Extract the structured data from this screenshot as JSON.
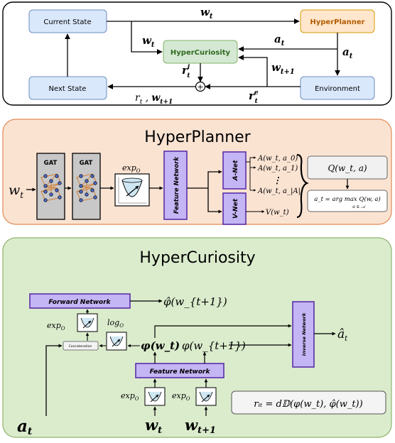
{
  "top": {
    "current_state": "Current State",
    "hyperplanner": "HyperPlanner",
    "hypercuriosity": "HyperCuriosity",
    "next_state": "Next State",
    "environment": "Environment",
    "w_t_top": "w",
    "w_t_top_sub": "t",
    "w_t_left": "w",
    "w_t_left_sub": "t",
    "a_t_mid": "a",
    "a_t_mid_sub": "t",
    "a_t_right": "a",
    "a_t_right_sub": "t",
    "w_t1": "w",
    "w_t1_sub": "t+1",
    "r_i": "r",
    "r_i_sup": "i",
    "r_i_sub": "t",
    "r_e": "r",
    "r_e_sup": "e",
    "r_e_sub": "t",
    "bottom_label_r": "r",
    "bottom_label_r_sub": "t",
    "bottom_label_comma": " ,",
    "bottom_label_w": "w",
    "bottom_label_w_sub": "t+1",
    "plus": "+"
  },
  "planner": {
    "title": "HyperPlanner",
    "input": "w",
    "input_sub": "t",
    "gat1": "GAT",
    "gat2": "GAT",
    "exp": "exp",
    "exp_sub": "O",
    "feature_network": "Feature Network",
    "a_net": "A-Net",
    "v_net": "V-Net",
    "a_out": [
      "A(w_t, a_0)",
      "A(w_t, a_1)",
      "⋮",
      "A(w_t, a_|A|)"
    ],
    "v_out": "V(w_t)",
    "q": "Q(w_t, a)",
    "argmax": "a_t = arg max Q(w, a)",
    "argmax_sub": "a ∈ 𝒜"
  },
  "curiosity": {
    "title": "HyperCuriosity",
    "forward_network": "Forward Network",
    "phi_hat": "φ̂(w_{t+1})",
    "exp_left": "exp",
    "exp_left_sub": "O",
    "log": "log",
    "log_sub": "O",
    "concatenation": "Concatenation",
    "phi_wt": "φ(w_t)",
    "phi_wt1": "φ(w_{t+1})",
    "inverse_network": "Inverse Network",
    "a_hat": "â",
    "a_hat_sub": "t",
    "feature_network": "Feature Network",
    "exp_b1": "exp",
    "exp_b1_sub": "O",
    "exp_b2": "exp",
    "exp_b2_sub": "O",
    "in_wt": "w",
    "in_wt_sub": "t",
    "in_wt1": "w",
    "in_wt1_sub": "t+1",
    "in_at": "a",
    "in_at_sub": "t",
    "reward_formula": "rᵢₜ = d𝔻(φ(w_t), φ̂(w_t))"
  },
  "colors": {
    "blue_box": "#dae8fc",
    "blue_stroke": "#6c8ebf",
    "orange_box": "#ffe6cc",
    "orange_stroke": "#d79b00",
    "green_box": "#d5e8d4",
    "green_stroke": "#82b366",
    "purple_box": "#c4b5f4",
    "purple_stroke": "#5a2fa8",
    "panel2_bg": "#fbe3d2",
    "panel2_stroke": "#e08a55",
    "panel3_bg": "#dbeccd",
    "panel3_stroke": "#8fb36e"
  }
}
